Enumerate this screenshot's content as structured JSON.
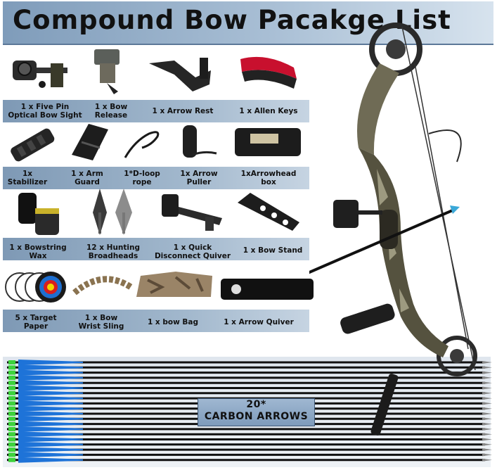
{
  "title": "Compound Bow Pacakge List",
  "rows": [
    {
      "items": [
        {
          "label": "1 x Five Pin\nOptical Bow Sight",
          "icon": "bow-sight-icon"
        },
        {
          "label": "1 x Bow\nRelease",
          "icon": "bow-release-icon"
        },
        {
          "label": "1 x Arrow Rest",
          "icon": "arrow-rest-icon"
        },
        {
          "label": "1 x Allen Keys",
          "icon": "allen-keys-icon"
        }
      ]
    },
    {
      "items": [
        {
          "label": "1x\nStabilizer",
          "icon": "stabilizer-icon"
        },
        {
          "label": "1 x Arm\nGuard",
          "icon": "arm-guard-icon"
        },
        {
          "label": "1*D-loop\nrope",
          "icon": "d-loop-rope-icon"
        },
        {
          "label": "1x Arrow\nPuller",
          "icon": "arrow-puller-icon"
        },
        {
          "label": "1xArrowhead\nbox",
          "icon": "arrowhead-box-icon"
        }
      ]
    },
    {
      "items": [
        {
          "label": "1 x Bowstring\nWax",
          "icon": "bowstring-wax-icon"
        },
        {
          "label": "12 x Hunting\nBroadheads",
          "icon": "broadheads-icon"
        },
        {
          "label": "1 x Quick\nDisconnect Quiver",
          "icon": "quick-quiver-icon"
        },
        {
          "label": "1 x Bow Stand",
          "icon": "bow-stand-icon"
        }
      ]
    },
    {
      "items": [
        {
          "label": "5 x Target\nPaper",
          "icon": "target-paper-icon"
        },
        {
          "label": "1 x Bow\nWrist Sling",
          "icon": "wrist-sling-icon"
        },
        {
          "label": "1 x bow Bag",
          "icon": "bow-bag-icon"
        },
        {
          "label": "1 x Arrow Quiver",
          "icon": "arrow-quiver-icon"
        }
      ]
    }
  ],
  "arrows": {
    "line1": "20*",
    "line2": "CARBON ARROWS",
    "count": 20
  },
  "colors": {
    "accent": "#7e99b5",
    "fletch_blue": "#1e73d8",
    "fletch_green": "#3cd23c"
  }
}
